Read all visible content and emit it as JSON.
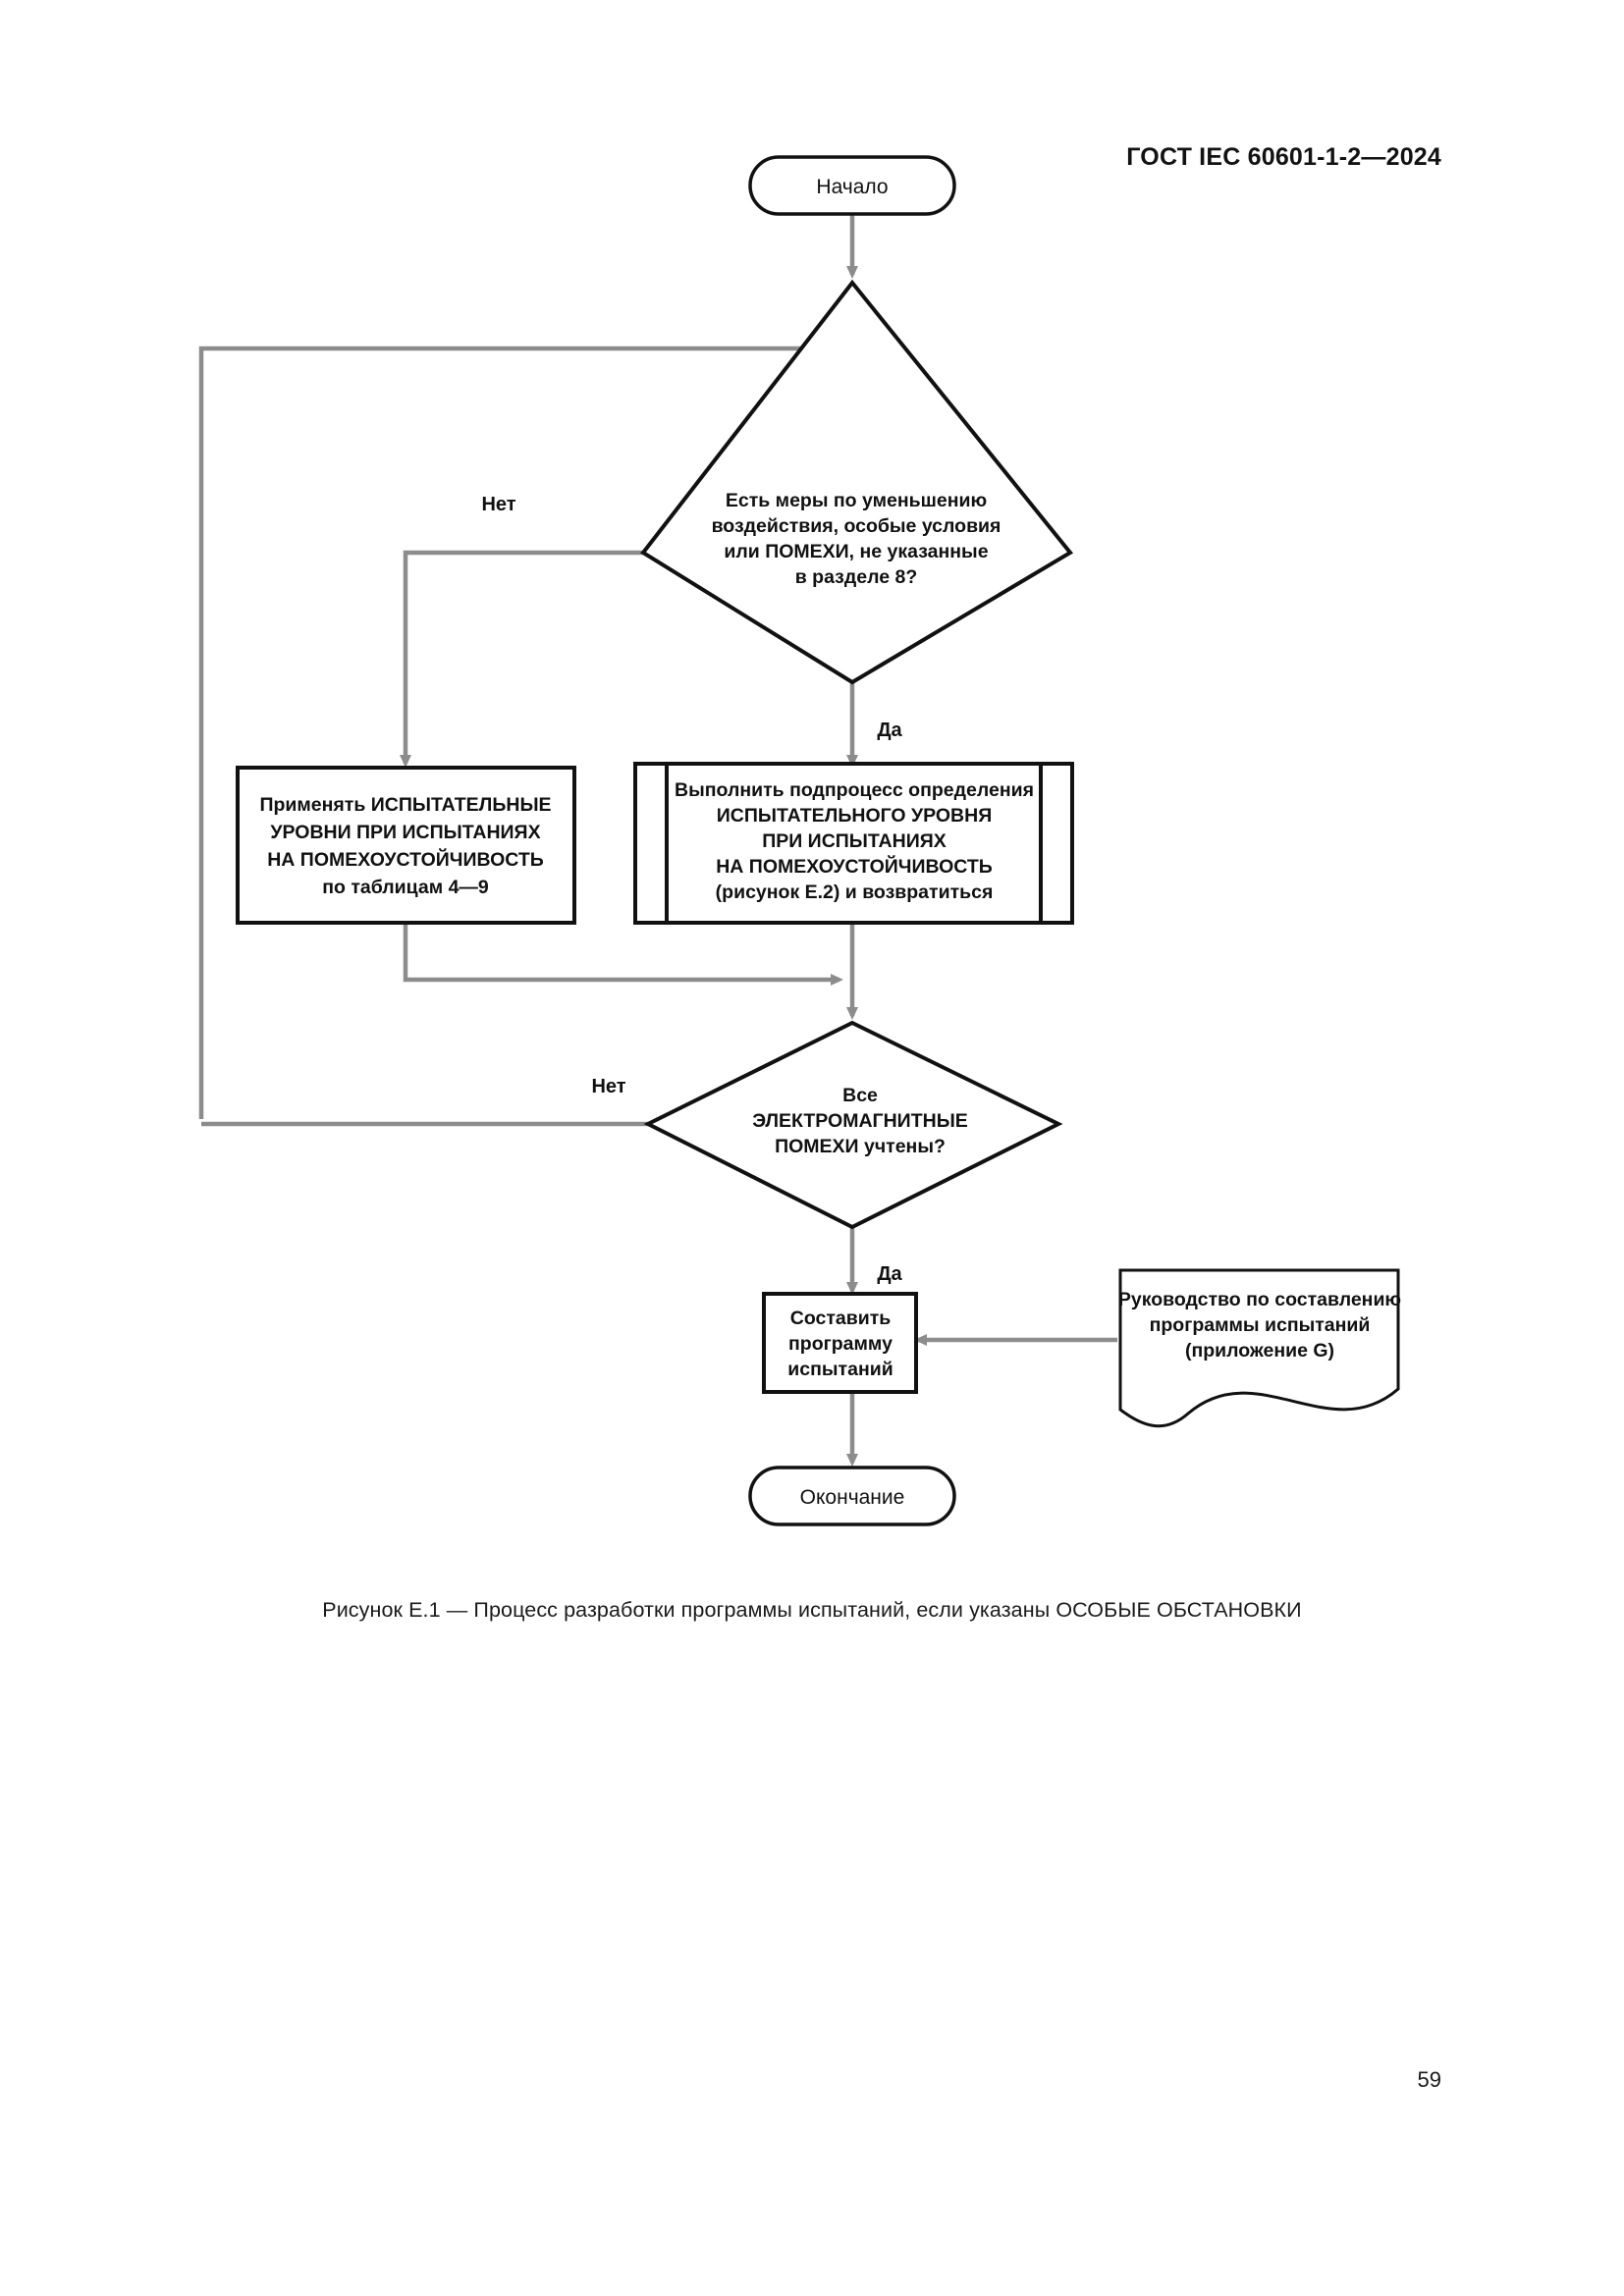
{
  "document": {
    "header": "ГОСТ IEC 60601-1-2—2024",
    "page_number": "59",
    "figure_caption": "Рисунок E.1 — Процесс разработки программы испытаний, если указаны ОСОБЫЕ ОБСТАНОВКИ"
  },
  "flowchart": {
    "title": "Рисунок E.1",
    "nodes": {
      "start": {
        "type": "terminator",
        "label": "Начало"
      },
      "decision_1": {
        "type": "decision",
        "lines": [
          "Есть меры по уменьшению",
          "воздействия, особые условия",
          "или ПОМЕХИ, не указанные",
          "в разделе 8?"
        ]
      },
      "process_left": {
        "type": "process",
        "lines": [
          "Применять ИСПЫТАТЕЛЬНЫЕ",
          "УРОВНИ ПРИ ИСПЫТАНИЯХ",
          "НА ПОМЕХОУСТОЙЧИВОСТЬ",
          "по таблицам 4—9"
        ]
      },
      "subprocess_right": {
        "type": "predefined-process",
        "lines": [
          "Выполнить подпроцесс определения",
          "ИСПЫТАТЕЛЬНОГО УРОВНЯ",
          "ПРИ ИСПЫТАНИЯХ",
          "НА ПОМЕХОУСТОЙЧИВОСТЬ",
          "(рисунок E.2) и возвратиться"
        ]
      },
      "decision_2": {
        "type": "decision",
        "lines": [
          "Все",
          "ЭЛЕКТРОМАГНИТНЫЕ",
          "ПОМЕХИ учтены?"
        ]
      },
      "process_compile": {
        "type": "process",
        "lines": [
          "Составить",
          "программу",
          "испытаний"
        ]
      },
      "document_guide": {
        "type": "document",
        "lines": [
          "Руководство по составлению",
          "программы испытаний",
          "(приложение G)"
        ]
      },
      "end": {
        "type": "terminator",
        "label": "Окончание"
      }
    },
    "branch_labels": {
      "d1_no": "Нет",
      "d1_yes": "Да",
      "d2_no": "Нет",
      "d2_yes": "Да"
    },
    "colors": {
      "shape_stroke": "#111111",
      "connector": "#8c8c8c",
      "text": "#111111",
      "background": "#ffffff"
    }
  }
}
